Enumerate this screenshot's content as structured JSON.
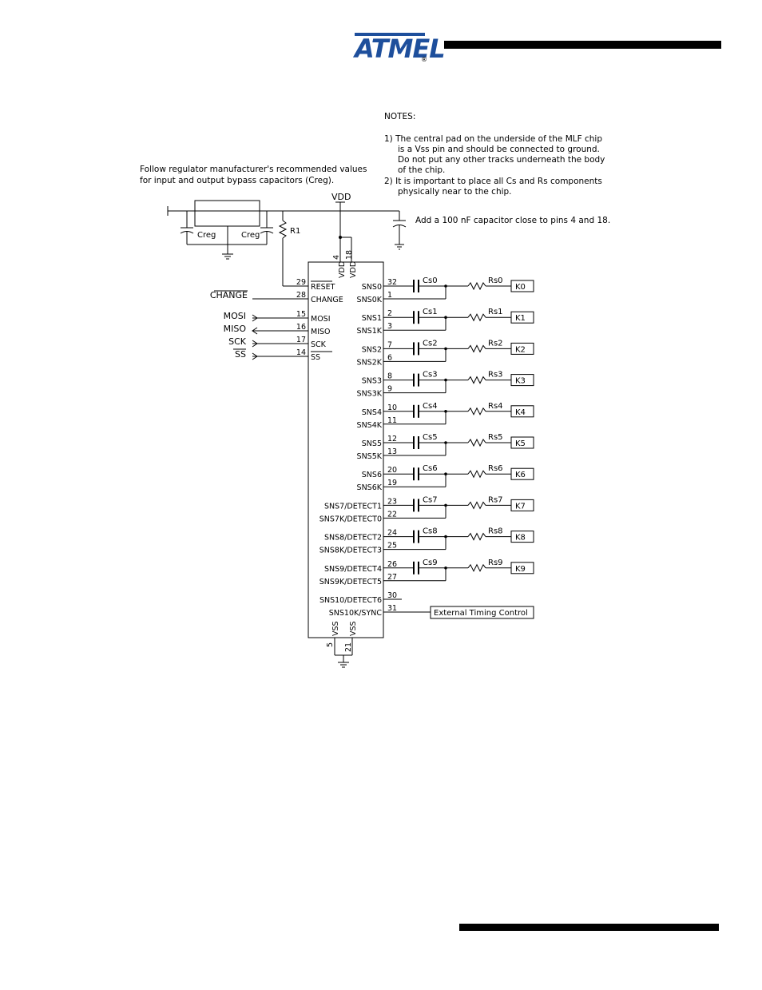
{
  "header": {
    "logo_text": "ATMEL",
    "logo_mark": "®"
  },
  "notes": {
    "title": "NOTES:",
    "lines": [
      "1) The central pad on the underside of the MLF chip",
      "is a Vss pin and should be connected to ground.",
      "Do not put any other tracks underneath the body",
      "of the chip.",
      "2) It is important to place all Cs and Rs components",
      "physically near to the chip."
    ]
  },
  "regulator_note": [
    "Follow regulator manufacturer's recommended values",
    "for input and output bypass capacitors (Creg)."
  ],
  "power": {
    "vdd": "VDD",
    "cap_note": "Add a 100 nF capacitor close to  pins 4 and 18.",
    "creg_left": "Creg",
    "creg_right": "Creg",
    "r1": "R1"
  },
  "chip": {
    "top_pins": [
      {
        "num": "4",
        "name": "VDD"
      },
      {
        "num": "18",
        "name": "VDD"
      }
    ],
    "bottom_pins": [
      {
        "num": "5",
        "name": "VSS"
      },
      {
        "num": "21",
        "name": "VSS"
      }
    ],
    "left_pins": [
      {
        "num": "29",
        "name": "RESET",
        "overbar": true,
        "ext": ""
      },
      {
        "num": "28",
        "name": "CHANGE",
        "overbar": false,
        "ext": "CHANGE",
        "ext_overbar": true
      },
      {
        "num": "15",
        "name": "MOSI",
        "overbar": false,
        "ext": "MOSI",
        "dir": "in"
      },
      {
        "num": "16",
        "name": "MISO",
        "overbar": false,
        "ext": "MISO",
        "dir": "out"
      },
      {
        "num": "17",
        "name": "SCK",
        "overbar": false,
        "ext": "SCK",
        "dir": "in"
      },
      {
        "num": "14",
        "name": "SS",
        "overbar": true,
        "ext": "SS",
        "ext_overbar": true,
        "dir": "in"
      }
    ],
    "channels": [
      {
        "sns": "SNS0",
        "snsk": "SNS0K",
        "p1": "32",
        "p2": "1",
        "cs": "Cs0",
        "rs": "Rs0",
        "key": "K0"
      },
      {
        "sns": "SNS1",
        "snsk": "SNS1K",
        "p1": "2",
        "p2": "3",
        "cs": "Cs1",
        "rs": "Rs1",
        "key": "K1"
      },
      {
        "sns": "SNS2",
        "snsk": "SNS2K",
        "p1": "7",
        "p2": "6",
        "cs": "Cs2",
        "rs": "Rs2",
        "key": "K2"
      },
      {
        "sns": "SNS3",
        "snsk": "SNS3K",
        "p1": "8",
        "p2": "9",
        "cs": "Cs3",
        "rs": "Rs3",
        "key": "K3"
      },
      {
        "sns": "SNS4",
        "snsk": "SNS4K",
        "p1": "10",
        "p2": "11",
        "cs": "Cs4",
        "rs": "Rs4",
        "key": "K4"
      },
      {
        "sns": "SNS5",
        "snsk": "SNS5K",
        "p1": "12",
        "p2": "13",
        "cs": "Cs5",
        "rs": "Rs5",
        "key": "K5"
      },
      {
        "sns": "SNS6",
        "snsk": "SNS6K",
        "p1": "20",
        "p2": "19",
        "cs": "Cs6",
        "rs": "Rs6",
        "key": "K6"
      },
      {
        "sns": "SNS7/DETECT1",
        "snsk": "SNS7K/DETECT0",
        "p1": "23",
        "p2": "22",
        "cs": "Cs7",
        "rs": "Rs7",
        "key": "K7"
      },
      {
        "sns": "SNS8/DETECT2",
        "snsk": "SNS8K/DETECT3",
        "p1": "24",
        "p2": "25",
        "cs": "Cs8",
        "rs": "Rs8",
        "key": "K8"
      },
      {
        "sns": "SNS9/DETECT4",
        "snsk": "SNS9K/DETECT5",
        "p1": "26",
        "p2": "27",
        "cs": "Cs9",
        "rs": "Rs9",
        "key": "K9"
      }
    ],
    "extra_pins": [
      {
        "num": "30",
        "name": "SNS10/DETECT6",
        "ext": ""
      },
      {
        "num": "31",
        "name": "SNS10K/SYNC",
        "ext": "External Timing Control"
      }
    ]
  }
}
